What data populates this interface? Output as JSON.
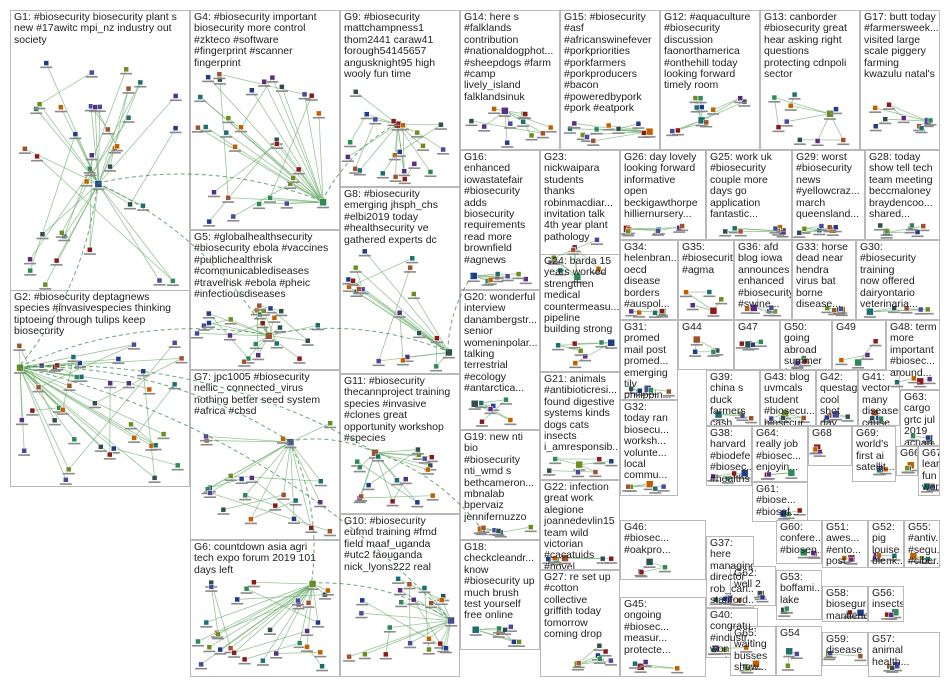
{
  "title": "#biosecurity Twitter NodeXL SNA Map",
  "colors": {
    "border": "#b9b9b9",
    "edge": "#6cae6c",
    "edge_dark": "#3a8a4a",
    "node_palette": [
      "#1f3c88",
      "#2e8b57",
      "#8b1a1a",
      "#5b2c83",
      "#c06000",
      "#1e6e6e",
      "#6b8e23",
      "#4a4a9a",
      "#a0522d",
      "#2f4f4f"
    ]
  },
  "groups": [
    {
      "id": "G1",
      "label": "G1: #biosecurity biosecurity plant s\nnew #17awitc mpi_nz industry out\nsociety",
      "nodes": 38
    },
    {
      "id": "G4",
      "label": "G4: #biosecurity important\nbiosecurity more control\n#zkteco #software\n#fingerprint #scanner\nfingerprint",
      "nodes": 30
    },
    {
      "id": "G9",
      "label": "G9: #biosecurity\nmattchampness1\nthom2441 caraw41\nforough54145657\nangusknight95 high\nwooly fun time",
      "nodes": 22
    },
    {
      "id": "G14",
      "label": "G14: here s\n#falklands\ncontribution\n#nationaldogphot...\n#sheepdogs #farm\n#camp\nlively_island\nfalklandsinuk",
      "nodes": 12
    },
    {
      "id": "G15",
      "label": "G15: #biosecurity\n#asf\n#africanswinefever\n#porkpriorities\n#porkfarmers\n#porkproducers\n#bacon\n#poweredbypork\n#pork #eatpork",
      "nodes": 11
    },
    {
      "id": "G12",
      "label": "G12: #aquaculture\n#biosecurity\ndiscussion\nfaonorthamerica\n#onthehill today\nlooking forward\ntimely room",
      "nodes": 11
    },
    {
      "id": "G13",
      "label": "G13: canborder\n#biosecurity great\nhear asking right\nquestions\nprotecting cdnpoli\nsector",
      "nodes": 10
    },
    {
      "id": "G17",
      "label": "G17: butt today\n#farmersweek...\nvisited large\nscale piggery\nfarming\nkwazulu natal's",
      "nodes": 9
    },
    {
      "id": "G5",
      "label": "G5: #globalhealthsecurity\n#biosecurity ebola #vaccines\n#publichealthrisk\n#communicablediseases\n#travelrisk #ebola #pheic\n#infectiousdiseases",
      "nodes": 24
    },
    {
      "id": "G8",
      "label": "G8: #biosecurity\nemerging jhsph_chs\n#elbi2019 today\n#healthsecurity ve\ngathered experts dc",
      "nodes": 20
    },
    {
      "id": "G16",
      "label": "G16:\nenhanced\niowastatefair\n#biosecurity\nadds\nbiosecurity\nrequirements\nread more\nbrownfield\n#agnews",
      "nodes": 8
    },
    {
      "id": "G23",
      "label": "G23:\nnickwaipara\nstudents thanks\nrobinmacdiar...\ninvitation talk\n4th year plant\npathology",
      "nodes": 8
    },
    {
      "id": "G26",
      "label": "G26: day lovely\nlooking forward\ninformative\nopen\nbeckigawthorpe\nhilliernursery...",
      "nodes": 7
    },
    {
      "id": "G25",
      "label": "G25: work uk\n#biosecurity\ncouple more\ndays go\napplication\nfantastic...",
      "nodes": 7
    },
    {
      "id": "G29",
      "label": "G29: worst\n#biosecurity\nnews\n#yellowcraz...\nmarch\nqueensland...",
      "nodes": 7
    },
    {
      "id": "G28",
      "label": "G28: today\nshow tell tech\nteam meeting\nbeccmaloney\nbraydencoo...\nshared...",
      "nodes": 7
    },
    {
      "id": "G2",
      "label": "G2: #biosecurity deptagnews\nspecies #invasivespecies thinking\ntiptoeing through tulips keep\nbiosecurity",
      "nodes": 40
    },
    {
      "id": "G7",
      "label": "G7: jpc1005 #biosecurity\nnellic_ connected_virus\nnothing better seed system\n#africa #cbsd",
      "nodes": 22
    },
    {
      "id": "G11",
      "label": "G11: #biosecurity\nthecannproject training\nspecies #invasive\n#clones great\nopportunity workshop\n#species",
      "nodes": 18
    },
    {
      "id": "G20",
      "label": "G20: wonderful\ninterview\ndanambergstr...\nsenior\nwomeninpolar...\ntalking\nterrestrial\n#ecology\n#antarctica...",
      "nodes": 7
    },
    {
      "id": "G24",
      "label": "G24: barda 15\nyears worked\nstrengthen\nmedical\ncountermeasu...\npipeline\nbuilding strong",
      "nodes": 7
    },
    {
      "id": "G34",
      "label": "G34:\nhelenbran...\noecd\ndisease\nborders\n#auspol...",
      "nodes": 5
    },
    {
      "id": "G35",
      "label": "G35:\n#biosecurity\n#agma",
      "nodes": 5
    },
    {
      "id": "G36",
      "label": "G36: afd\nblog iowa\nannounces\nenhanced\n#biosecurity\n#swine...",
      "nodes": 5
    },
    {
      "id": "G33",
      "label": "G33: horse\ndead near\nhendra\nvirus bat\nborne\ndisease...",
      "nodes": 5
    },
    {
      "id": "G30",
      "label": "G30:\n#biosecurity\ntraining\nnow offered\ndairyontario\nveterinaria...",
      "nodes": 5
    },
    {
      "id": "G21",
      "label": "G21: animals\n#antibioticresi...\nfound digestive\nsystems kinds\ndogs cats\ninsects\ni_amresponsib...",
      "nodes": 7
    },
    {
      "id": "G31",
      "label": "G31:\npromed\nmail post\npromed...\nemerging\ntilv\nphilippin...",
      "nodes": 5
    },
    {
      "id": "G44",
      "label": "G44",
      "nodes": 4
    },
    {
      "id": "G47",
      "label": "G47",
      "nodes": 4
    },
    {
      "id": "G50",
      "label": "G50:\ngoing\nabroad\nsummer\nfollow...",
      "nodes": 4
    },
    {
      "id": "G49",
      "label": "G49",
      "nodes": 4
    },
    {
      "id": "G48",
      "label": "G48: term\nmore\nimportant\n#biosec...\naround...",
      "nodes": 4
    },
    {
      "id": "G19",
      "label": "G19: new nti\nbio\n#biosecurity\nnti_wmd s\nbethcameron...\nmbnalab\nbpervaiz\njennifernuzzo",
      "nodes": 7
    },
    {
      "id": "G32",
      "label": "G32:\ntoday ran\nbiosecu...\nworksh...\nvolunte...\nlocal\ncommu...",
      "nodes": 5
    },
    {
      "id": "G39",
      "label": "G39:\nchina s\nduck\nfarmers\ncash...",
      "nodes": 4
    },
    {
      "id": "G43",
      "label": "G43: blog\nuvmcals\nstudent\n#biosecu...\nbiosecur...",
      "nodes": 4
    },
    {
      "id": "G42",
      "label": "G42:\nquestaga...\ncool shot\nday\nsushma...",
      "nodes": 4
    },
    {
      "id": "G41",
      "label": "G41:\nvector\nmany\ndiseases\ncause...",
      "nodes": 4
    },
    {
      "id": "G63",
      "label": "G63:\ncargo\ngrtc jul\n2019\nacuan...",
      "nodes": 3
    },
    {
      "id": "G38",
      "label": "G38:\nharvard\n#biodefe...\n#biosec...\n#healths...",
      "nodes": 4
    },
    {
      "id": "G64",
      "label": "G64:\nreally job\n#biosec...\nenjoyin...",
      "nodes": 3
    },
    {
      "id": "G68",
      "label": "G68",
      "nodes": 3
    },
    {
      "id": "G69",
      "label": "G69:\nworld's\nfirst ai\nsatellit...",
      "nodes": 3
    },
    {
      "id": "G66",
      "label": "G66",
      "nodes": 3
    },
    {
      "id": "G67",
      "label": "G67:\nlearning\nfun\nworkin...",
      "nodes": 3
    },
    {
      "id": "G6",
      "label": "G6: countdown asia agri\ntech expo forum 2019 101\ndays left",
      "nodes": 30
    },
    {
      "id": "G10",
      "label": "G10: #biosecurity\neufmd training #fmd\nfield maaf_uganda\n#utc2 faouganda\nnick_lyons222 real",
      "nodes": 22
    },
    {
      "id": "G22",
      "label": "G22: infection\ngreat work\nalegione\njoannedevlin15\nteam wild\nvictorian\n#cacatuids\n#novel",
      "nodes": 7
    },
    {
      "id": "G46",
      "label": "G46:\n#biosec...\n#oakpro...",
      "nodes": 4
    },
    {
      "id": "G61",
      "label": "G61:\n#biose...\n#biosaf...",
      "nodes": 3
    },
    {
      "id": "G60",
      "label": "G60:\nconfere...\n#biosen...",
      "nodes": 3
    },
    {
      "id": "G51",
      "label": "G51:\nawes...\n#ento...\npost\ndoc...",
      "nodes": 3
    },
    {
      "id": "G52",
      "label": "G52:\npig\nlouise\nblenk...\ndevas...",
      "nodes": 3
    },
    {
      "id": "G55",
      "label": "G55:\n#antiv...\n#segu...\n#ciber...\n#bios...",
      "nodes": 3
    },
    {
      "id": "G18",
      "label": "G18:\ncheckcleandr...\nknow\n#biosecurity up\nmuch brush\ntest yourself\nfree online",
      "nodes": 7
    },
    {
      "id": "G27",
      "label": "G27: re set up\n#cotton\ncollective\ngriffith today\ntomorrow\ncoming drop",
      "nodes": 7
    },
    {
      "id": "G37",
      "label": "G37: here\nmanaging\ndirector\nrob_carl...\nstanford...",
      "nodes": 4
    },
    {
      "id": "G62",
      "label": "G62:\nwell 2",
      "nodes": 3
    },
    {
      "id": "G53",
      "label": "G53:\nboffami...\nlake",
      "nodes": 3
    },
    {
      "id": "G58",
      "label": "G58:\nbioseguri...\nmantiene...",
      "nodes": 3
    },
    {
      "id": "G56",
      "label": "G56:\ninsects",
      "nodes": 3
    },
    {
      "id": "G45",
      "label": "G45:\nongoing\n#biosec...\nmeasur...\nprotecte...",
      "nodes": 4
    },
    {
      "id": "G40",
      "label": "G40:\ncongratu...\n#industr...\nwon\nproject...",
      "nodes": 4
    },
    {
      "id": "G65",
      "label": "G65:\nwaiting\nbusses\nshow...",
      "nodes": 3
    },
    {
      "id": "G54",
      "label": "G54",
      "nodes": 3
    },
    {
      "id": "G59",
      "label": "G59:\ndisease",
      "nodes": 3
    },
    {
      "id": "G57",
      "label": "G57:\nanimal\nhealth...",
      "nodes": 3
    }
  ]
}
